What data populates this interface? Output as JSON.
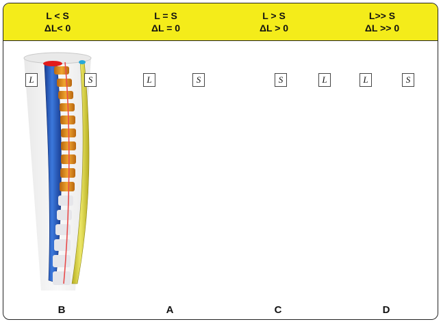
{
  "headers": [
    {
      "line1": "L < S",
      "line2": "ΔL< 0"
    },
    {
      "line1": "L = S",
      "line2": "ΔL = 0"
    },
    {
      "line1": "L > S",
      "line2": "ΔL > 0"
    },
    {
      "line1": "L>> S",
      "line2": "ΔL >> 0"
    }
  ],
  "panels": [
    {
      "label": "B",
      "left_tag": "L",
      "right_tag": "S"
    },
    {
      "label": "A",
      "left_tag": "L",
      "right_tag": "S"
    },
    {
      "label": "C",
      "left_tag": "S",
      "right_tag": "L"
    },
    {
      "label": "D",
      "left_tag": "L",
      "right_tag": "S"
    }
  ],
  "colors": {
    "header_bg": "#f4ec1a",
    "blue_column": "#2d63c6",
    "yellow_column": "#d8d244",
    "arrow": "#e8502f",
    "red_cap": "#e21b1b",
    "rotation_arrow": "#c0141a",
    "vertebra": "#d98a1a"
  },
  "icons": [
    "right-arrow-icon",
    "rotation-arrow-icon"
  ]
}
